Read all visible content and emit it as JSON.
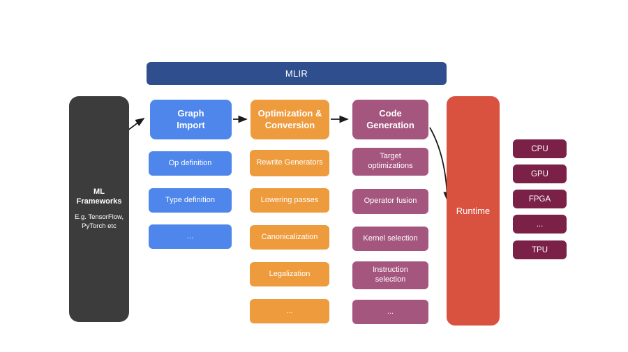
{
  "banner": {
    "label": "MLIR"
  },
  "frameworks": {
    "title": "ML Frameworks",
    "subtitle": "E.g. TensorFlow, PyTorch etc"
  },
  "columns": [
    {
      "header": "Graph Import",
      "items": [
        "Op definition",
        "Type definition",
        "..."
      ]
    },
    {
      "header": "Optimization & Conversion",
      "items": [
        "Rewrite Generators",
        "Lowering passes",
        "Canonicalization",
        "Legalization",
        "..."
      ]
    },
    {
      "header": "Code Generation",
      "items": [
        "Target optimizations",
        "Operator fusion",
        "Kernel selection",
        "Instruction selection",
        "..."
      ]
    }
  ],
  "runtime": {
    "label": "Runtime"
  },
  "targets": {
    "labels": [
      "CPU",
      "GPU",
      "FPGA",
      "...",
      "TPU"
    ]
  },
  "colors": {
    "banner_blue": "#2e4e8e",
    "frameworks_gray": "#3d3c3c",
    "graph_import_blue": "#4e86ec",
    "optimization_orange": "#ee9b3d",
    "code_generation_purple": "#a5567e",
    "runtime_red": "#d9513f",
    "target_maroon": "#7b2148",
    "arrow": "#1b1b1b",
    "background": "#ffffff"
  }
}
